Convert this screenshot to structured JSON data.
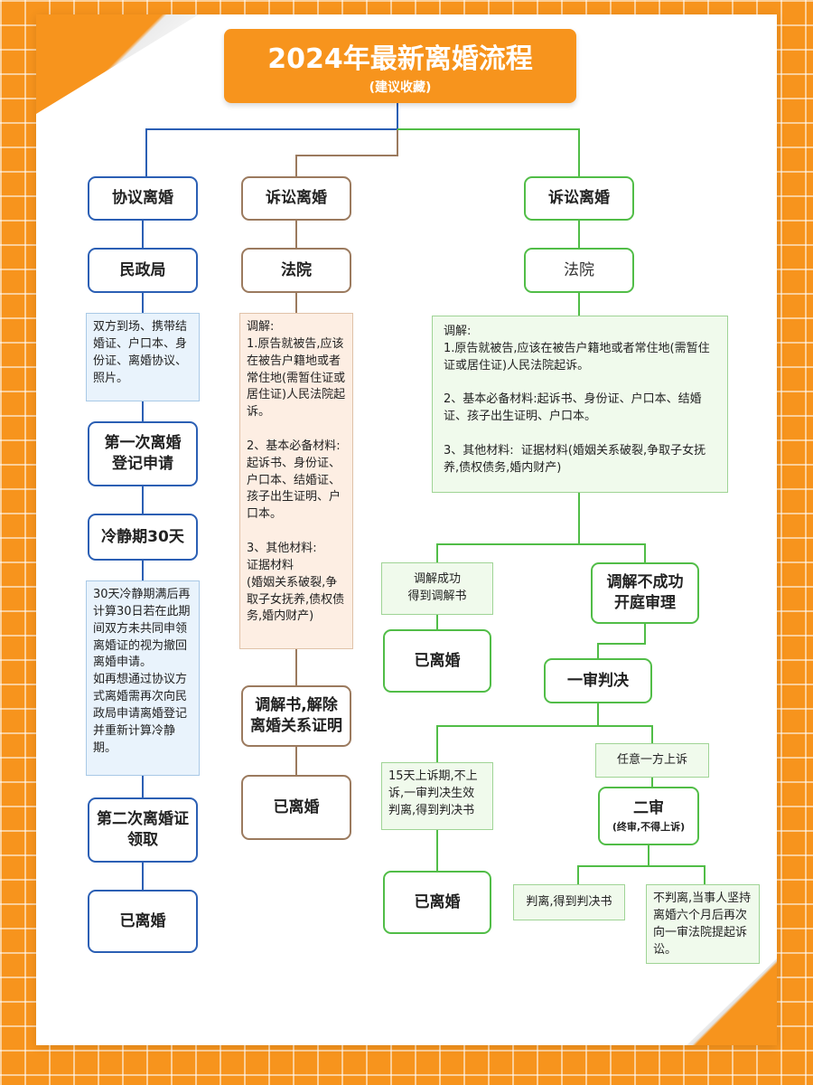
{
  "title": {
    "main": "2024年最新离婚流程",
    "sub": "(建议收藏)"
  },
  "column_agreement": {
    "heading": "协议离婚",
    "office": "民政局",
    "materials": "双方到场、携带结婚证、户口本、身份证、离婚协议、照片。",
    "first_apply": "第一次离婚\n登记申请",
    "cooling": "冷静期30天",
    "cooling_note": "30天冷静期满后再计算30日若在此期间双方未共同申领离婚证的视为撤回离婚申请。\n如再想通过协议方式离婚需再次向民政局申请离婚登记并重新计算冷静期。",
    "second_issue": "第二次离婚证\n领取",
    "result": "已离婚"
  },
  "column_litigation_brown": {
    "heading": "诉讼离婚",
    "court": "法院",
    "materials": "调解:\n1.原告就被告,应该在被告户籍地或者常住地(需暂住证或居住证)人民法院起诉。\n\n2、基本必备材料:起诉书、身份证、户口本、结婚证、孩子出生证明、户口本。\n\n3、其他材料:\n证据材料\n(婚姻关系破裂,争取子女抚养,债权债务,婚内财产)",
    "document": "调解书,解除\n离婚关系证明",
    "result": "已离婚"
  },
  "column_litigation_green": {
    "heading": "诉讼离婚",
    "court": "法院",
    "materials": "调解:\n1.原告就被告,应该在被告户籍地或者常住地(需暂住证或居住证)人民法院起诉。\n\n2、基本必备材料:起诉书、身份证、户口本、结婚证、孩子出生证明、户口本。\n\n3、其他材料:  证据材料(婚姻关系破裂,争取子女抚养,债权债务,婚内财产)",
    "mediation_success": "调解成功\n得到调解书",
    "mediation_success_result": "已离婚",
    "mediation_fail": "调解不成功\n开庭审理",
    "first_trial": "一审判决",
    "appeal_period": "15天上诉期,不上诉,一审判决生效判离,得到判决书",
    "appeal_period_result": "已离婚",
    "either_appeal": "任意一方上诉",
    "second_trial": "二审",
    "second_trial_note": "(终审,不得上诉)",
    "granted": "判离,得到判决书",
    "not_granted": "不判离,当事人坚持离婚六个月后再次向一审法院提起诉讼。"
  },
  "colors": {
    "background": "#f7941d",
    "agreement_line": "#2b5fb4",
    "litigation_brown_line": "#9b7a5e",
    "litigation_green_line": "#51bd47"
  }
}
